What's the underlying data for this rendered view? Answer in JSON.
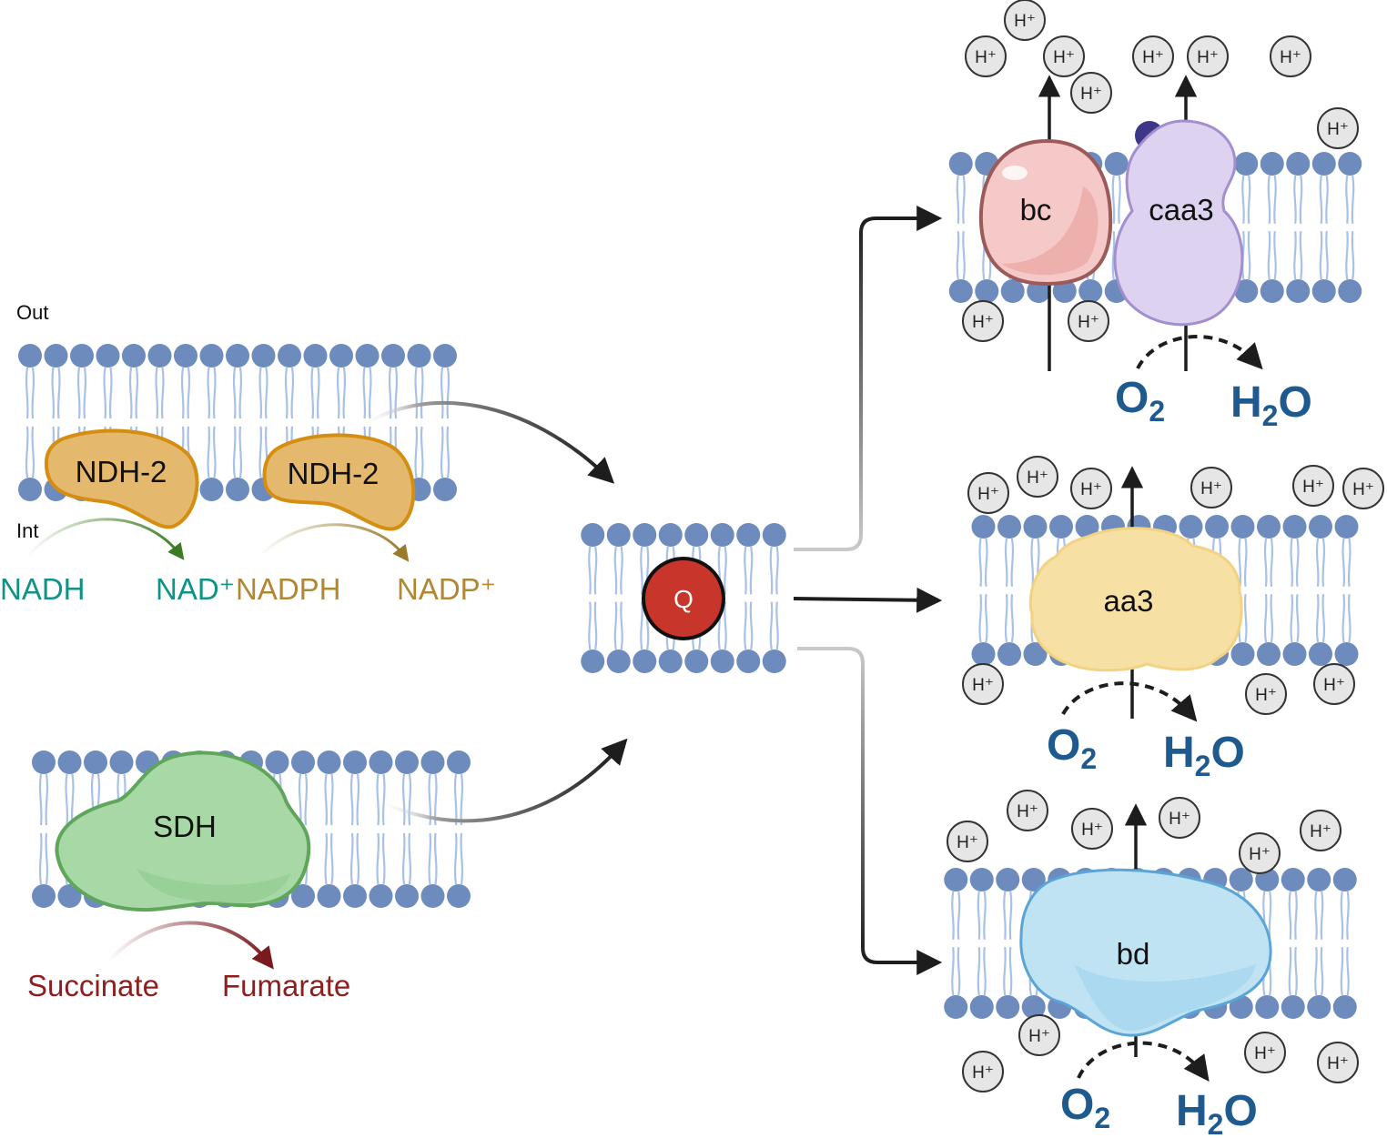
{
  "labels": {
    "out": "Out",
    "int": "Int",
    "ndh_left": "NDH-2",
    "ndh_right": "NDH-2",
    "sdh": "SDH",
    "quinone": "Q",
    "bc": "bc",
    "caa3": "caa3",
    "aa3": "aa3",
    "bd": "bd",
    "nadh": "NADH",
    "nad_plus": "NAD⁺",
    "nadph": "NADPH",
    "nadp_plus": "NADP⁺",
    "succinate": "Succinate",
    "fumarate": "Fumarate",
    "proton": "H⁺",
    "o2": "O",
    "o2_sub": "2",
    "h2o_h": "H",
    "h2o_sub": "2",
    "h2o_o": "O"
  },
  "colors": {
    "membrane_head": "#6d8bbc",
    "membrane_tail": "#a9c1e6",
    "ndh_fill": "#e4b96e",
    "ndh_stroke": "#d58d12",
    "sdh_fill": "#a7d8a6",
    "sdh_stroke": "#5fa65c",
    "quinone_fill": "#c7352b",
    "bc_fill": "#f5c9c7",
    "bc_stroke": "#9c5a5a",
    "caa3_fill": "#ddd3f0",
    "caa3_stroke": "#a38fcf",
    "aa3_fill": "#f7e0a3",
    "bd_fill": "#bfe3f3",
    "bd_stroke": "#5aa5d6",
    "nadh_text": "#0f9387",
    "nadph_text": "#b08834",
    "succinate_text": "#8d1f1f",
    "oxygen_text": "#1f5a8f"
  }
}
